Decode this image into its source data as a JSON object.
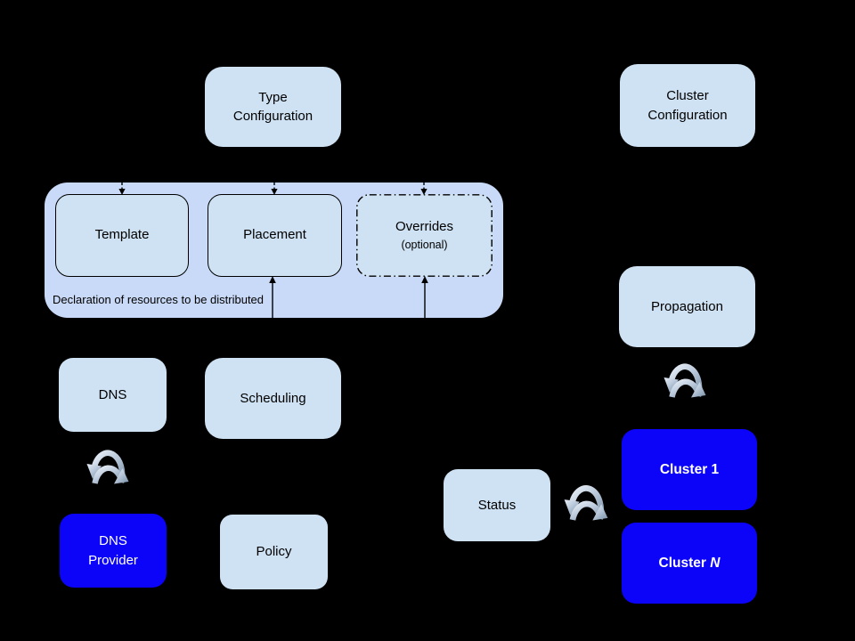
{
  "colors": {
    "background": "#000000",
    "container_fill": "#c9daf8",
    "light_box_fill": "#cfe2f3",
    "blue_box_fill": "#0b04f8",
    "box_border": "#000000",
    "text_dark": "#000000",
    "text_light": "#ffffff"
  },
  "nodes": {
    "type_configuration": {
      "label": "Type\nConfiguration"
    },
    "cluster_configuration": {
      "label": "Cluster\nConfiguration"
    },
    "template": {
      "label": "Template"
    },
    "placement": {
      "label": "Placement"
    },
    "overrides": {
      "label": "Overrides",
      "sublabel": "(optional)"
    },
    "dns": {
      "label": "DNS"
    },
    "scheduling": {
      "label": "Scheduling"
    },
    "dns_provider": {
      "label": "DNS\nProvider"
    },
    "policy": {
      "label": "Policy"
    },
    "status": {
      "label": "Status"
    },
    "propagation": {
      "label": "Propagation"
    },
    "cluster_1": {
      "label": "Cluster 1"
    },
    "cluster_n": {
      "label_prefix": "Cluster",
      "label_suffix": "N"
    }
  },
  "container": {
    "caption": "Declaration of resources to be distributed"
  }
}
